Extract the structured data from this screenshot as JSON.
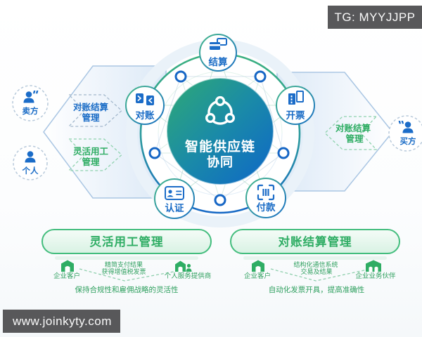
{
  "badge": {
    "text": "TG: MYYJJPP"
  },
  "watermark": {
    "text": "www.joinkyty.com"
  },
  "hub": {
    "title_line1": "智能供应链",
    "title_line2": "协同"
  },
  "satellites": [
    {
      "label": "结算"
    },
    {
      "label": "对账"
    },
    {
      "label": "开票"
    },
    {
      "label": "认证"
    },
    {
      "label": "付款"
    }
  ],
  "actors": {
    "seller": "卖方",
    "individual": "个人",
    "buyer": "买方"
  },
  "flows": {
    "left_top": {
      "line1": "对账结算",
      "line2": "管理"
    },
    "left_bottom": {
      "line1": "灵活用工",
      "line2": "管理"
    },
    "right": {
      "line1": "对账结算",
      "line2": "管理"
    }
  },
  "panels": [
    {
      "title": "灵活用工管理",
      "left": "企业客户",
      "mid1": "精简支付结果",
      "mid2": "获得增值税发票",
      "right": "个人服务提供商",
      "note": "保持合规性和雇佣战略的灵活性"
    },
    {
      "title": "对账结算管理",
      "left": "企业客户",
      "mid1": "结构化通信系统",
      "mid2": "交易及结果",
      "right": "企业业务伙伴",
      "note": "自动化发票开具，提高准确性"
    }
  ],
  "icons": {
    "hub": "share-network-icon",
    "settlement": "bank-cards-icon",
    "reconciliation": "matching-documents-icon",
    "invoicing": "invoice-tickets-icon",
    "certification": "id-card-icon",
    "payment": "scan-barcode-icon",
    "seller": "person-speaking-icon",
    "individual": "person-icon",
    "buyer": "person-speaking-icon",
    "enterprise_customer": "warehouse-icon",
    "individual_provider": "warehouse-person-icon",
    "enterprise_partner": "double-warehouse-icon"
  },
  "colors": {
    "blue": "#1a6cc6",
    "green": "#2fad64",
    "hub_green": "#2ca777",
    "hub_blue": "#0e66c8",
    "badge_bg": "#58585a",
    "pill_border": "#43bd7d"
  }
}
